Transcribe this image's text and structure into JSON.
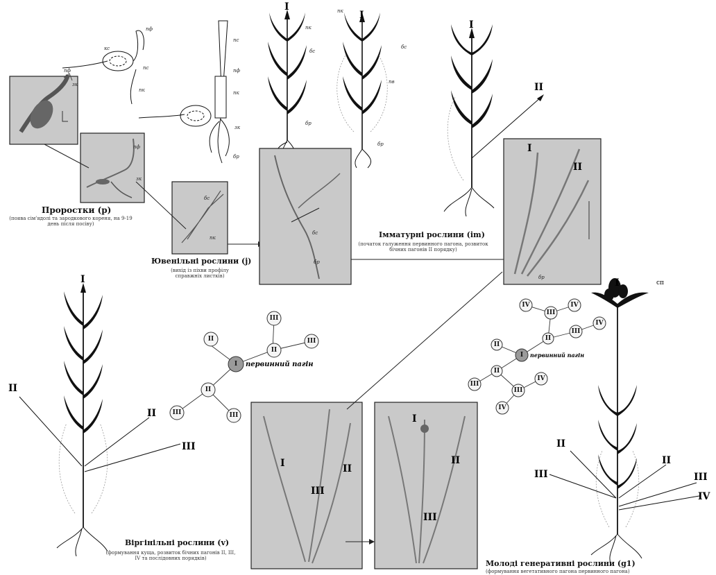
{
  "stages": {
    "seedling": {
      "title": "Проростки (p)",
      "desc": "(поява сім'ядолі та зародкового кореня, на 9-19 день після посіву)"
    },
    "juvenile": {
      "title": "Ювенільні рослини (j)",
      "desc": "(вихід із піхви профілу справжніх листків)"
    },
    "immature": {
      "title": "Імматурні рослини (im)",
      "desc": "(початок галуження первинного пагона, розвиток бічних пагонів II порядку)"
    },
    "virginile": {
      "title": "Віргінільні рослини (v)",
      "desc": "(формування куща, розвиток бічних пагонів II, III, IV та послідовних порядків)"
    },
    "young_generative": {
      "title": "Молоді генеративні рослини (g1)",
      "desc": "(формування вегетативного пагона первинного пагона)"
    }
  },
  "diagram_labels": {
    "primary_shoot": "первинний пагін",
    "spike": "сп"
  },
  "roman": [
    "I",
    "II",
    "III",
    "IV"
  ],
  "tiny_labels": [
    "пф",
    "кс",
    "пс",
    "пк",
    "зк",
    "бр",
    "бс",
    "пв"
  ],
  "colors": {
    "photo_bg": "#c9c9c9",
    "ink": "#111111",
    "main_node": "#9a9a9a"
  }
}
